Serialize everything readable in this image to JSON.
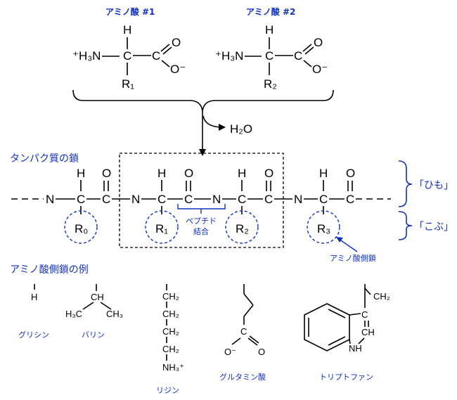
{
  "amino_acid_1": {
    "title": "アミノ酸 #1",
    "H": "H",
    "N": "⁺H₃N",
    "C": "C",
    "O_dbl": "O",
    "O_neg": "O⁻",
    "R": "R₁"
  },
  "amino_acid_2": {
    "title": "アミノ酸 #2",
    "H": "H",
    "N": "⁺H₃N",
    "C": "C",
    "O_dbl": "O",
    "O_neg": "O⁻",
    "R": "R₂"
  },
  "reaction": {
    "water": "H₂O"
  },
  "chain": {
    "title": "タンパク質の鎖",
    "atoms": {
      "N": "N",
      "C": "C",
      "H": "H",
      "O": "O"
    },
    "side_chains": [
      "R₀",
      "R₁",
      "R₂",
      "R₃"
    ],
    "peptide_bond_label": [
      "ペプチド",
      "結合"
    ],
    "label_string": "「ひも」",
    "label_bead": "「こぶ」",
    "side_chain_callout": "アミノ酸側鎖"
  },
  "examples": {
    "title": "アミノ酸側鎖の例",
    "glycine": {
      "name": "グリシン",
      "H": "H"
    },
    "valine": {
      "name": "バリン",
      "CH": "CH",
      "CH3a": "H₃C",
      "CH3b": "CH₃"
    },
    "lysine": {
      "name": "リジン",
      "CH2": "CH₂",
      "NH3": "NH₃⁺"
    },
    "glutamate": {
      "name": "グルタミン酸",
      "C": "C",
      "O_neg": "O⁻",
      "O": "O"
    },
    "tryptophan": {
      "name": "トリプトファン",
      "CH2": "CH₂",
      "C": "C",
      "CH": "CH",
      "NH": "NH"
    }
  },
  "colors": {
    "blue": "#1030c0",
    "black": "#000000"
  }
}
